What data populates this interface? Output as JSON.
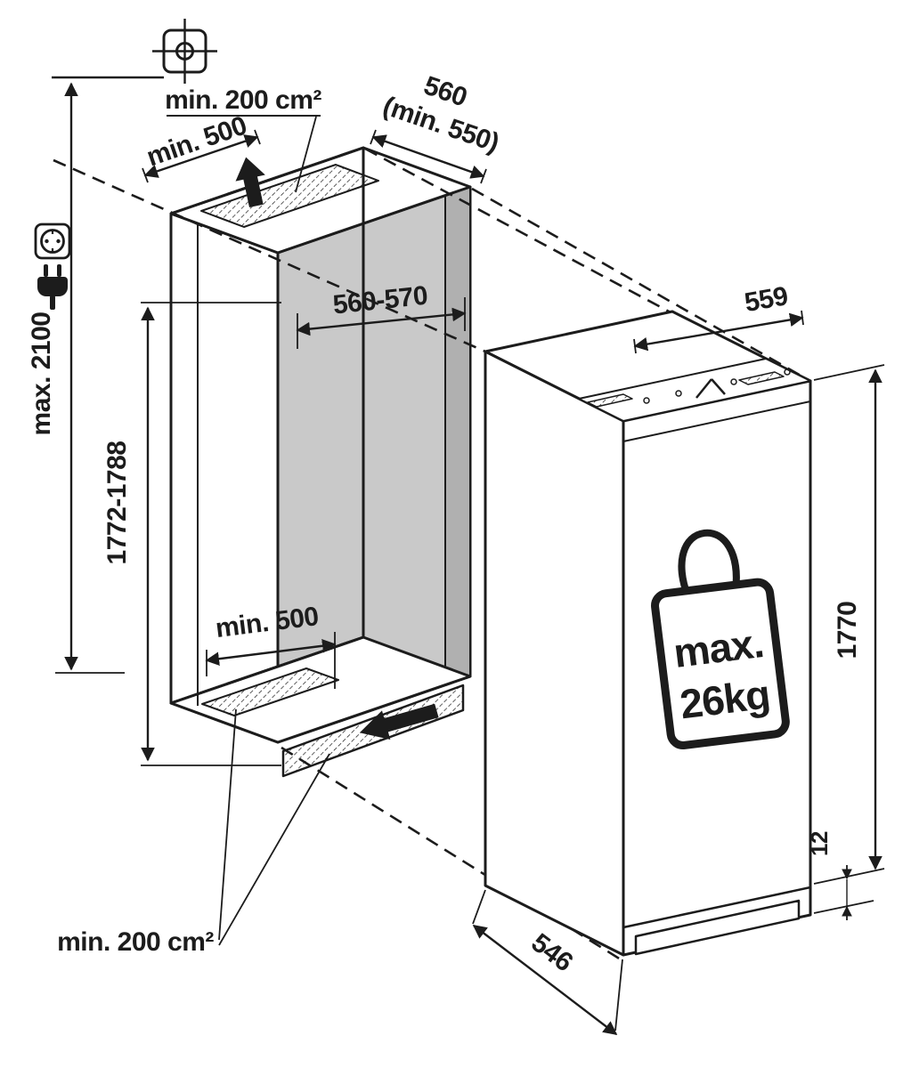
{
  "diagram": {
    "type": "built-in-appliance-installation-drawing",
    "colors": {
      "line": "#1c1c1c",
      "back_wall": "#c9c9c9",
      "right_wall": "#b0b0b0",
      "background": "#ffffff"
    },
    "niche": {
      "top_vent_area": "min. 200 cm²",
      "top_clearance": "min. 500",
      "depth": "560",
      "depth_min": "(min. 550)",
      "width": "560-570",
      "height": "1772-1788",
      "socket_height": "max. 2100",
      "floor_depth": "min. 500",
      "bottom_vent_area": "min. 200 cm²"
    },
    "appliance": {
      "width": "559",
      "height": "1770",
      "bottom_adjust": "12",
      "depth": "546",
      "weight_label": "max.",
      "weight_value": "26kg"
    },
    "icons": {
      "drill_cross": "drilling-position-icon",
      "socket": "power-socket-icon",
      "plug": "power-plug-icon",
      "airflow_top": "airflow-up-arrow",
      "airflow_bottom": "airflow-in-arrow",
      "weight": "max-load-weight-icon"
    }
  }
}
